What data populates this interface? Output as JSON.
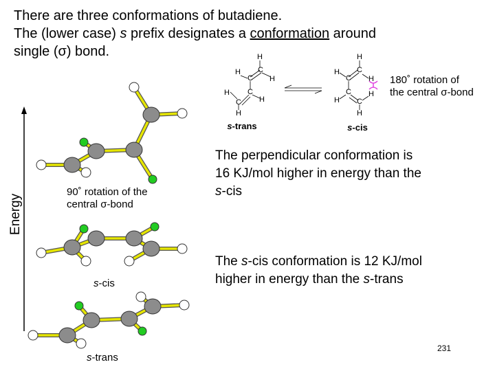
{
  "title": {
    "line1": "There are three conformations of butadiene.",
    "line2_a": "The (lower case) ",
    "line2_s": "s",
    "line2_b": " prefix designates a ",
    "line2_u": "conformation",
    "line2_c": " around",
    "line3": "single (σ) bond."
  },
  "scheme": {
    "left_label_s": "s",
    "left_label": "-trans",
    "right_label_s": "s",
    "right_label": "-cis",
    "rotation_note_1": "180˚   rotation of",
    "rotation_note_2": "the central σ-bond",
    "atom_h": "H",
    "atom_c": "C"
  },
  "notes": {
    "perp_1": "The perpendicular conformation is",
    "perp_2": "16 KJ/mol higher in energy than the",
    "perp_3_s": "s",
    "perp_3": "-cis",
    "cis_1_a": "The ",
    "cis_1_s": "s",
    "cis_1_b": "-cis conformation is 12 KJ/mol",
    "cis_2_a": "higher in energy than the ",
    "cis_2_s": "s",
    "cis_2_b": "-trans"
  },
  "diagram": {
    "energy_label": "Energy",
    "perp_label_1": "90˚   rotation of the",
    "perp_label_2": "central σ-bond",
    "cis_s": "s",
    "cis": "-cis",
    "trans_s": "s",
    "trans": "-trans"
  },
  "colors": {
    "carbon": "#8c8c8c",
    "hydrogen": "#ffffff",
    "highlight_h": "#22cc22",
    "bond": "#e6e600",
    "clash": "#e040e0"
  },
  "page_number": "231"
}
